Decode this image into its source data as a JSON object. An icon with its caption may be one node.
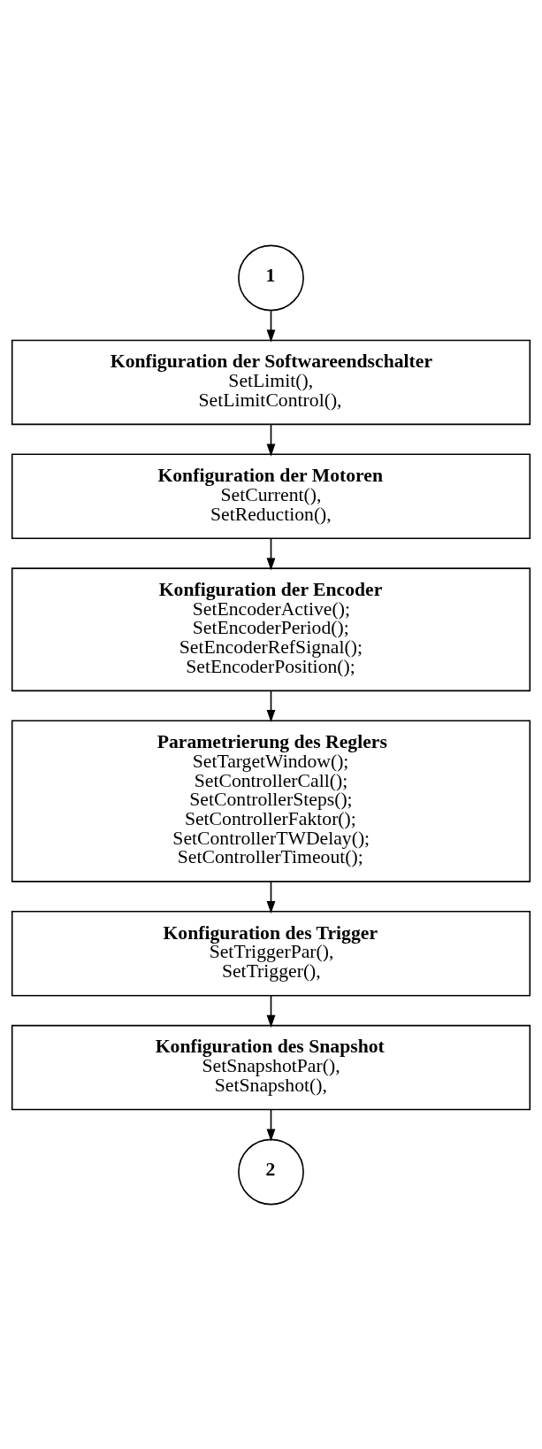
{
  "diagram": {
    "nodes": [
      {
        "text": [
          "1"
        ]
      },
      {
        "text": [
          "Konfiguration der Softwareendschalter",
          "SetLimit(),",
          "SetLimitControl(),"
        ]
      },
      {
        "text": [
          "Konfiguration der Motoren",
          "SetCurrent(),",
          "SetReduction(),"
        ]
      },
      {
        "text": [
          "Konfiguration der Encoder",
          "SetEncoderActive();",
          "SetEncoderPeriod();",
          "SetEncoderRefSignal();",
          "SetEncoderPosition();"
        ]
      },
      {
        "text": [
          "Parametrierung des Reglers",
          "SetTargetWindow();",
          "SetControllerCall();",
          "SetControllerSteps();",
          "SetControllerFaktor();",
          "SetControllerTWDelay();",
          "SetControllerTimeout();"
        ]
      },
      {
        "text": [
          "Konfiguration des Trigger",
          "SetTriggerPar(),",
          "SetTrigger(),"
        ]
      },
      {
        "text": [
          "Konfiguration des Snapshot",
          "SetSnapshotPar(),",
          "SetSnapshot(),"
        ]
      },
      {
        "text": [
          "2"
        ]
      }
    ],
    "edges": [
      {
        "from": 0,
        "to": 1,
        "arrow": "to"
      },
      {
        "from": 1,
        "to": 2,
        "arrow": "to"
      },
      {
        "from": 2,
        "to": 3,
        "arrow": "to"
      },
      {
        "from": 3,
        "to": 4,
        "arrow": "to"
      },
      {
        "from": 4,
        "to": 5,
        "arrow": "to"
      },
      {
        "from": 5,
        "to": 6,
        "arrow": "to"
      },
      {
        "from": 6,
        "to": 7,
        "arrow": "to"
      }
    ]
  }
}
